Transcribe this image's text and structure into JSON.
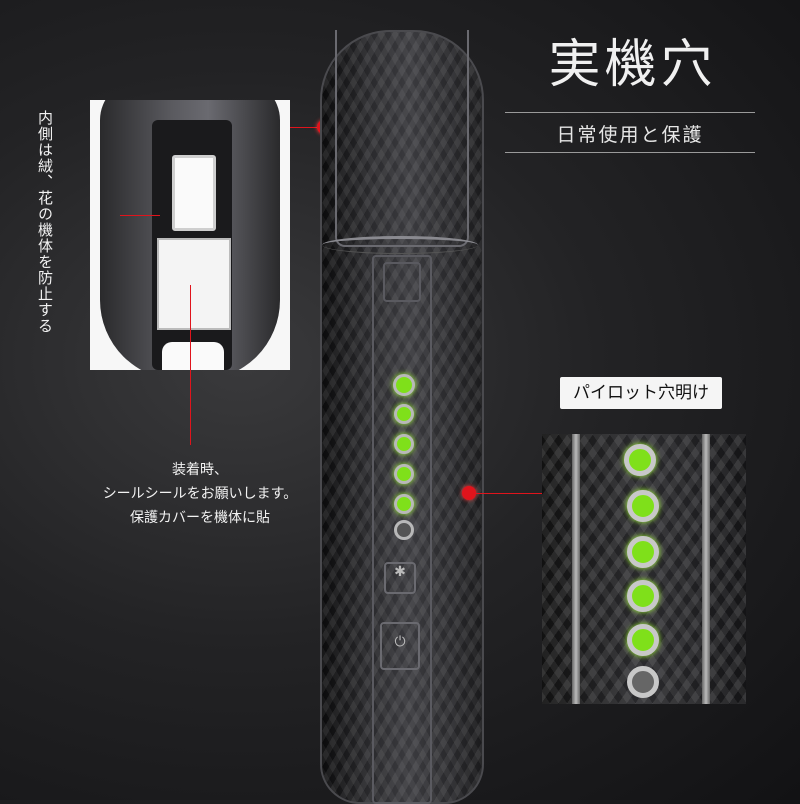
{
  "heading": {
    "title": "実機穴",
    "subtitle": "日常使用と保護"
  },
  "left_note": {
    "vertical_text": "内側は絨、花の機体を防止する"
  },
  "center_note": {
    "line1": "装着時、",
    "line2": "シールシールをお願いします。",
    "line3": "保護カバーを機体に貼"
  },
  "right_label": {
    "pilot_text": "パイロット穴明け"
  },
  "colors": {
    "callout_red": "#e0141c",
    "led_green": "#7fe01a",
    "background_dark": "#1a1a1c"
  },
  "icons": {
    "device_button_small": "fan-icon",
    "device_button_power": "power-icon"
  }
}
